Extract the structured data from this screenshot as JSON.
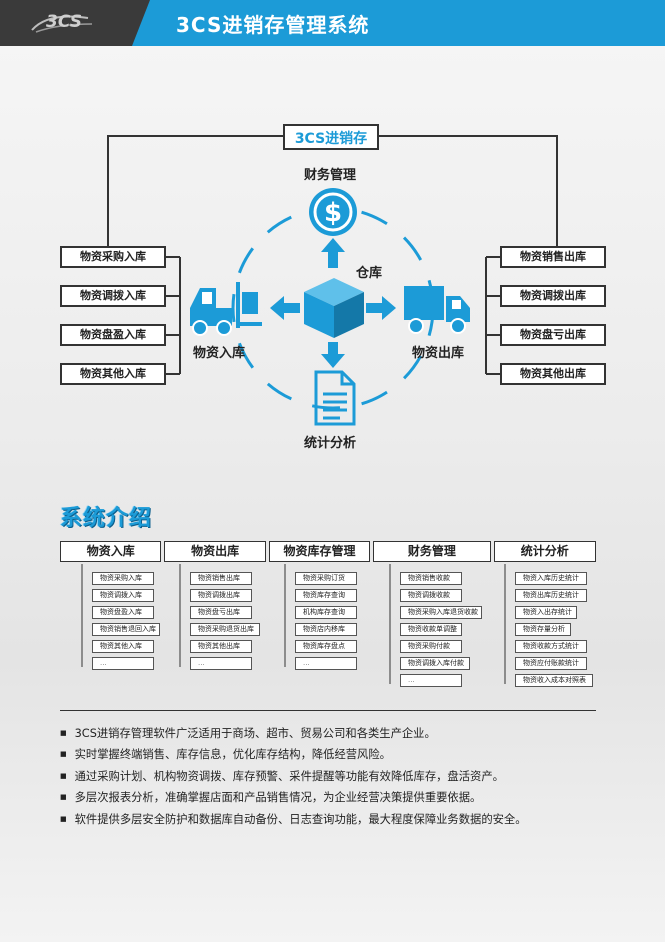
{
  "header": {
    "logo_text": "3CS",
    "title": "3CS进销存管理系统"
  },
  "diagram": {
    "top_label": "3CS进销存",
    "left_items": [
      "物资采购入库",
      "物资调拨入库",
      "物资盘盈入库",
      "物资其他入库"
    ],
    "right_items": [
      "物资销售出库",
      "物资调拨出库",
      "物资盘亏出库",
      "物资其他出库"
    ],
    "nodes": {
      "finance": "财务管理",
      "warehouse": "仓库",
      "inbound": "物资入库",
      "outbound": "物资出库",
      "stats": "统计分析"
    },
    "icons": [
      "dollar-icon",
      "warehouse-box-icon",
      "forklift-icon",
      "truck-icon",
      "document-icon"
    ],
    "accent_color": "#1c9bd7"
  },
  "intro": {
    "title": "系统介绍",
    "columns": [
      {
        "header": "物资入库",
        "items": [
          "物资采购入库",
          "物资调拨入库",
          "物资盘盈入库",
          "物资销售退回入库",
          "物资其他入库",
          "..."
        ]
      },
      {
        "header": "物资出库",
        "items": [
          "物资销售出库",
          "物资调拨出库",
          "物资盘亏出库",
          "物资采购退货出库",
          "物资其他出库",
          "..."
        ]
      },
      {
        "header": "物资库存管理",
        "items": [
          "物资采购订货",
          "物资库存查询",
          "机构库存查询",
          "物资店内移库",
          "物资库存盘点",
          "..."
        ]
      },
      {
        "header": "财务管理",
        "items": [
          "物资销售收款",
          "物资调拨收款",
          "物资采购入库退货收款",
          "物资收款单调整",
          "物资采购付款",
          "物资调拨入库付款",
          "..."
        ]
      },
      {
        "header": "统计分析",
        "items": [
          "物资入库历史统计",
          "物资出库历史统计",
          "物资入出存统计",
          "物资存量分析",
          "物资收款方式统计",
          "物资应付账款统计",
          "物资收入成本对照表"
        ]
      }
    ]
  },
  "bullets": [
    "3CS进销存管理软件广泛适用于商场、超市、贸易公司和各类生产企业。",
    "实时掌握终端销售、库存信息，优化库存结构，降低经营风险。",
    "通过采购计划、机构物资调拨、库存预警、采件提醒等功能有效降低库存，盘活资产。",
    "多层次报表分析，准确掌握店面和产品销售情况，为企业经营决策提供重要依据。",
    "软件提供多层安全防护和数据库自动备份、日志查询功能，最大程度保障业务数据的安全。"
  ]
}
